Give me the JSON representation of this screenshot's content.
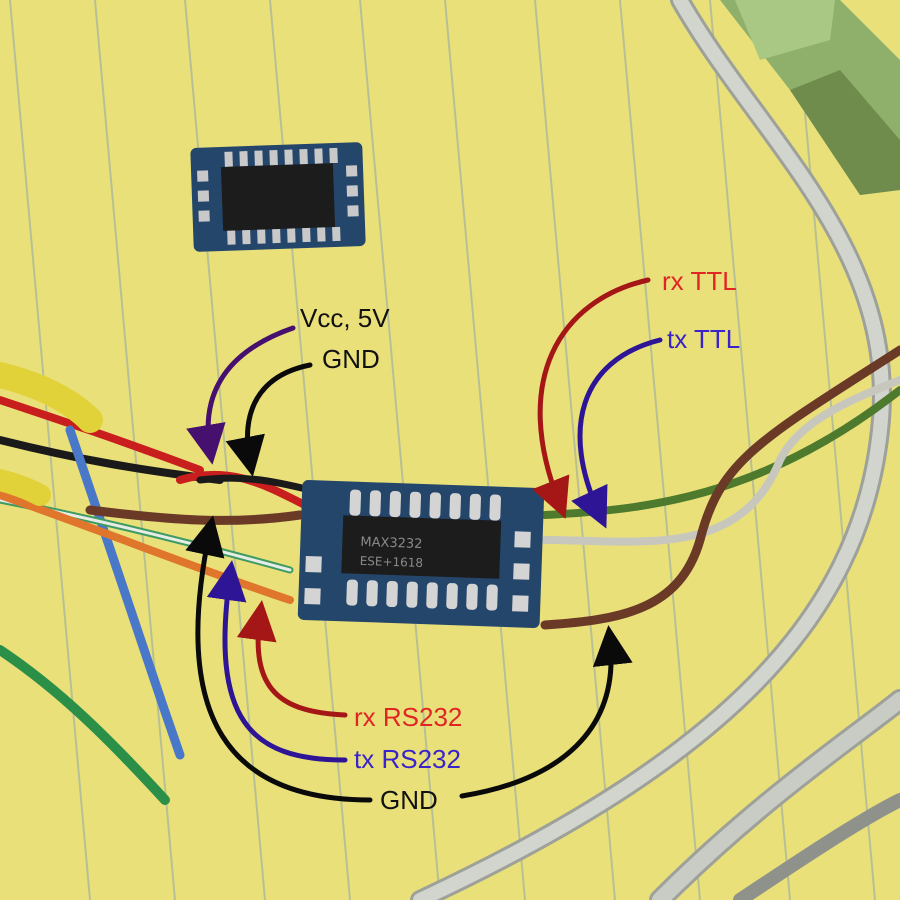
{
  "colors": {
    "paper": "#e9e07a",
    "rule_line": "#8fa6a8",
    "pcb": "#24466b",
    "chip": "#1c1c1c",
    "arrow_red": "#a51616",
    "arrow_purple": "#2e1596",
    "arrow_violet": "#46106e",
    "arrow_black": "#0a0a0a",
    "text_red": "#e02525",
    "text_purple": "#3a23c8",
    "text_black": "#111111",
    "cable_grey": "#c9ccc4",
    "connector_green": "#8fb06a"
  },
  "labels": {
    "vcc": "Vcc, 5V",
    "gnd_top": "GND",
    "rx_ttl_prefix": "rx",
    "rx_ttl_suffix": "TTL",
    "tx_ttl_prefix": "tx",
    "tx_ttl_suffix": "TTL",
    "rx_rs232": "rx RS232",
    "tx_rs232": "tx RS232",
    "gnd_bottom": "GND"
  },
  "chip_marking": {
    "line1": "MAX3232",
    "line2": "ESE+1618"
  }
}
